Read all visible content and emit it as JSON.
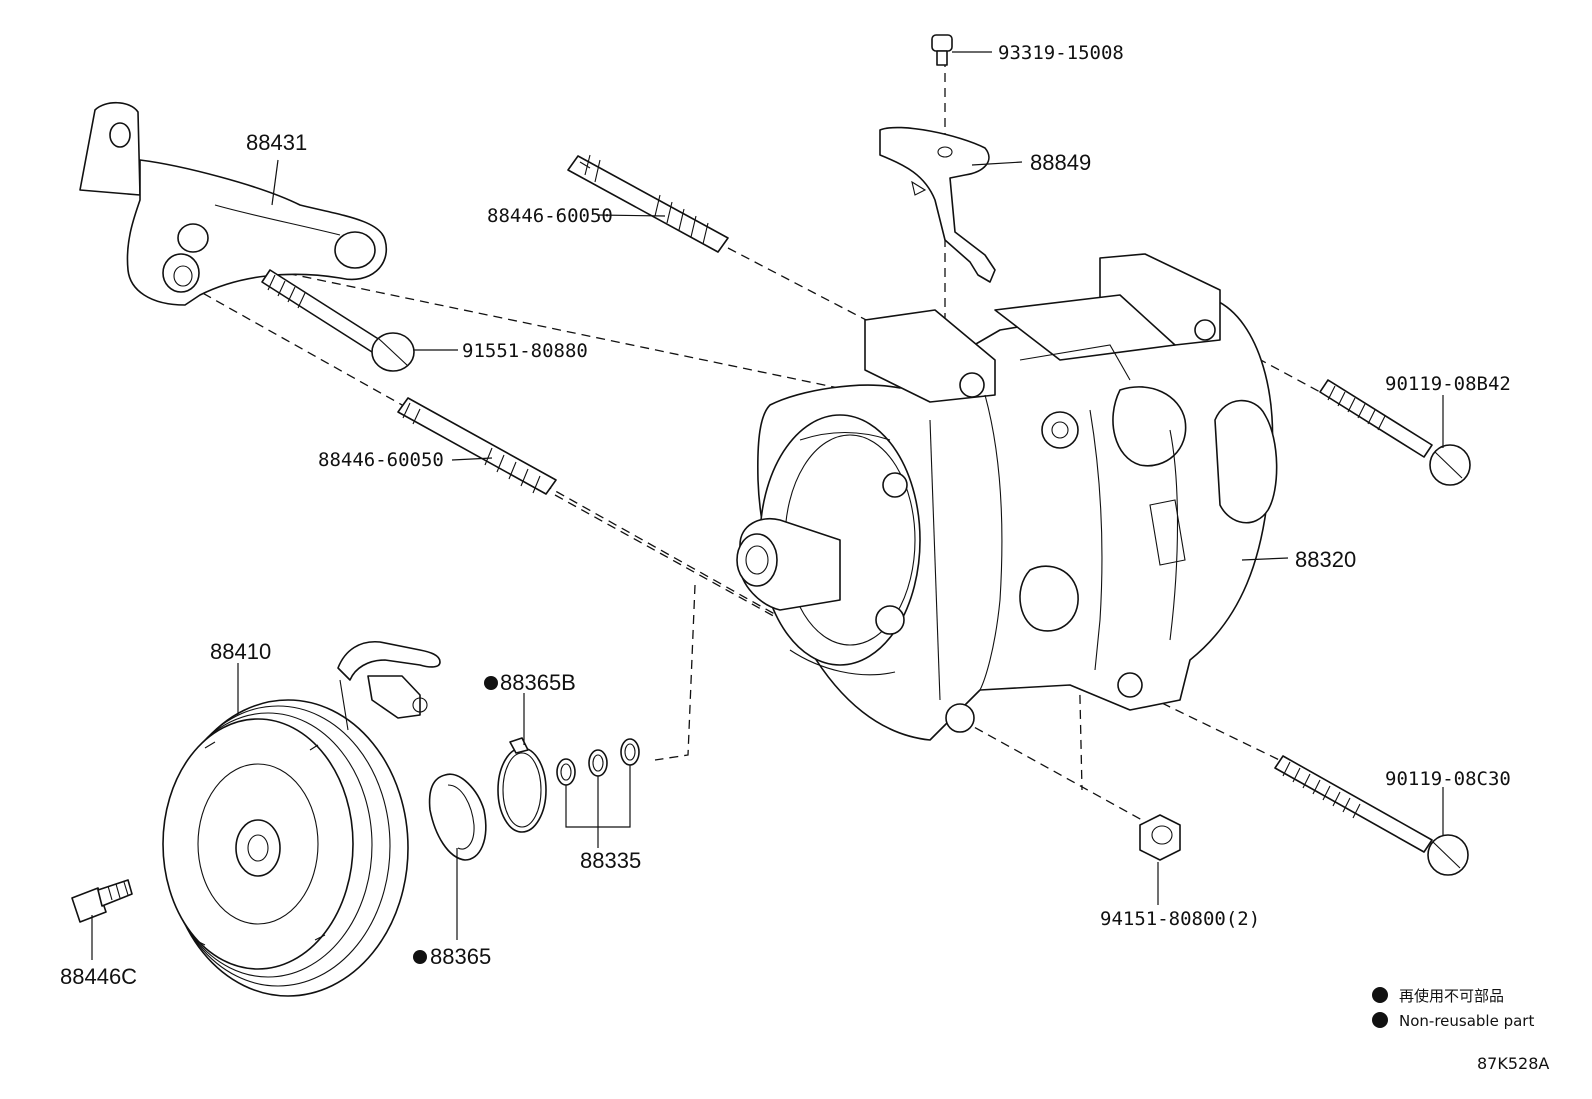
{
  "labels": {
    "l88431": "88431",
    "l93319": "93319-15008",
    "l88849": "88849",
    "l88446_top": "88446-60050",
    "l91551": "91551-80880",
    "l88446_mid": "88446-60050",
    "l90119_b42": "90119-08B42",
    "l88320": "88320",
    "l88410": "88410",
    "l88365b": "88365B",
    "l88335": "88335",
    "l90119_c30": "90119-08C30",
    "l94151": "94151-80800(2)",
    "l88446c": "88446C",
    "l88365": "88365"
  },
  "legend": {
    "line1": "再使用不可部品",
    "line2": "Non-reusable part"
  },
  "diagram_code": "87K528A",
  "colors": {
    "ink": "#111111",
    "paper": "#ffffff"
  }
}
